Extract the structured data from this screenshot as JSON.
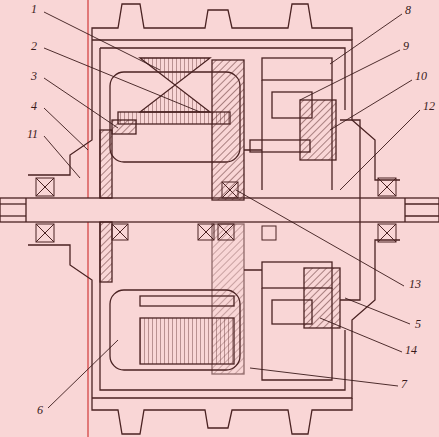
{
  "diagram": {
    "labels": [
      "1",
      "2",
      "3",
      "4",
      "11",
      "8",
      "9",
      "10",
      "12",
      "13",
      "5",
      "14",
      "7",
      "6"
    ]
  }
}
